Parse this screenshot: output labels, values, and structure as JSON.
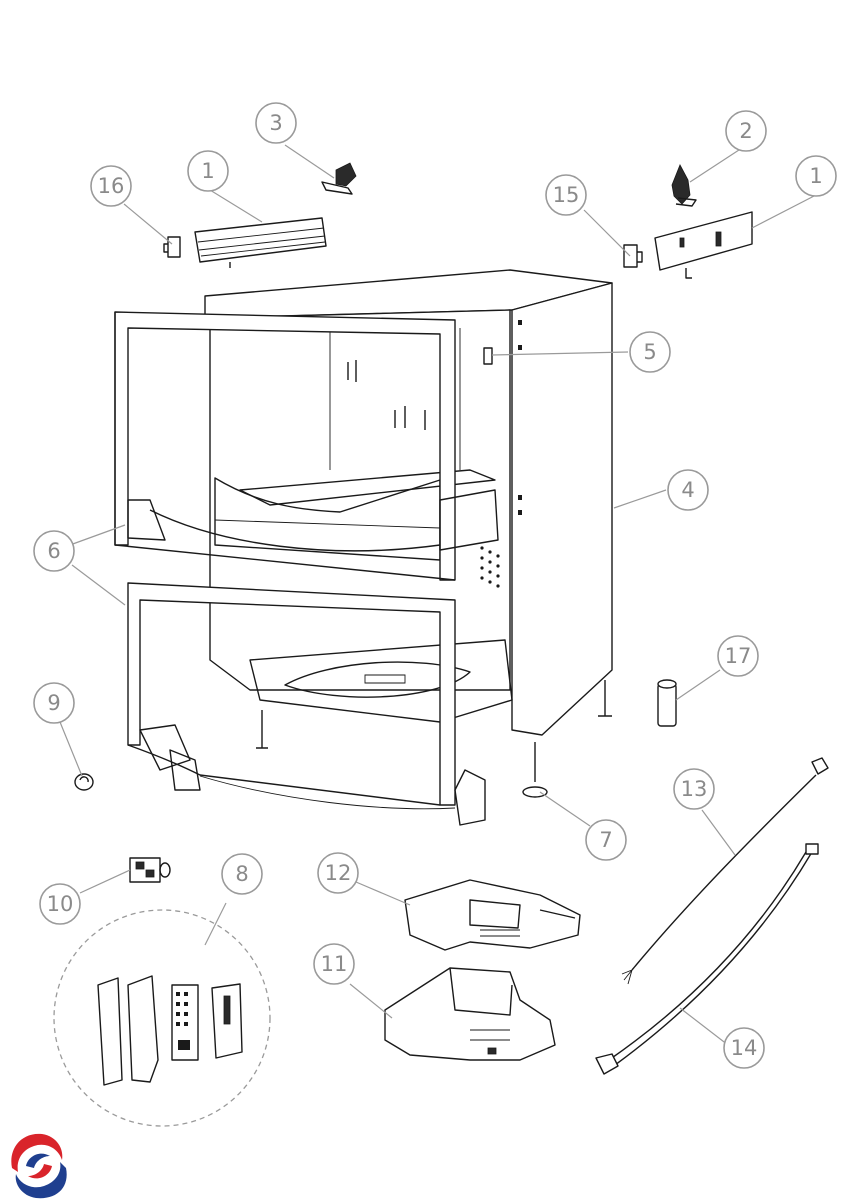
{
  "callouts": [
    {
      "id": "c1a",
      "label": "1"
    },
    {
      "id": "c1b",
      "label": "1"
    },
    {
      "id": "c2",
      "label": "2"
    },
    {
      "id": "c3",
      "label": "3"
    },
    {
      "id": "c4",
      "label": "4"
    },
    {
      "id": "c5",
      "label": "5"
    },
    {
      "id": "c6",
      "label": "6"
    },
    {
      "id": "c7",
      "label": "7"
    },
    {
      "id": "c8",
      "label": "8"
    },
    {
      "id": "c9",
      "label": "9"
    },
    {
      "id": "c10",
      "label": "10"
    },
    {
      "id": "c11",
      "label": "11"
    },
    {
      "id": "c12",
      "label": "12"
    },
    {
      "id": "c13",
      "label": "13"
    },
    {
      "id": "c14",
      "label": "14"
    },
    {
      "id": "c15",
      "label": "15"
    },
    {
      "id": "c16",
      "label": "16"
    },
    {
      "id": "c17",
      "label": "17"
    }
  ],
  "logo": {
    "icon": "brand-swirl-logo",
    "colors": {
      "red": "#d9242b",
      "blue": "#1f3f8f"
    }
  }
}
